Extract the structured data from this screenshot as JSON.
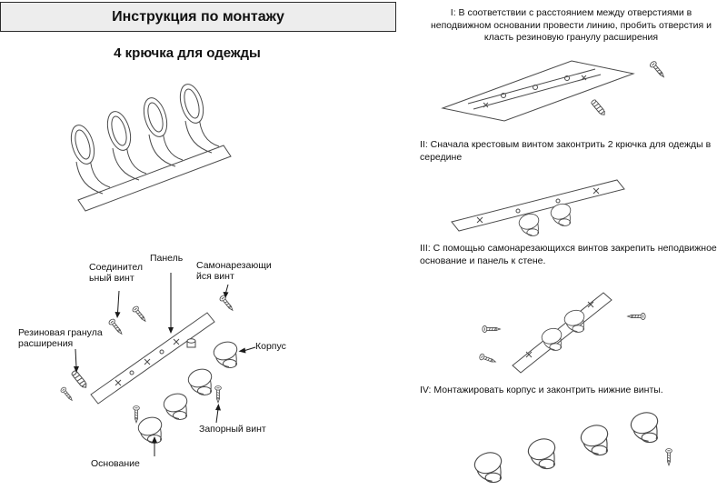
{
  "header": {
    "title": "Инструкция по монтажу",
    "subtitle": "4 крючка для одежды"
  },
  "exploded_labels": {
    "panel": "Панель",
    "connecting_screw": "Соединительный винт",
    "self_tapping_screw": "Самонарезающийся винт",
    "rubber_expansion_plug": "Резиновая гранула расширения",
    "body": "Корпус",
    "locking_screw": "Запорный винт",
    "base": "Основание"
  },
  "steps": [
    {
      "id": "I",
      "text": "I: В соответствии с расстоянием между отверстиями в неподвижном основании провести линию, пробить отверстия и класть резиновую гранулу расширения"
    },
    {
      "id": "II",
      "text": "II: Сначала крестовым винтом законтрить 2 крючка для одежды в середине"
    },
    {
      "id": "III",
      "text": "III: С помощью самонарезающихся винтов закрепить неподвижное основание и панель к стене."
    },
    {
      "id": "IV",
      "text": "IV: Монтажировать корпус и законтрить нижние винты."
    }
  ]
}
